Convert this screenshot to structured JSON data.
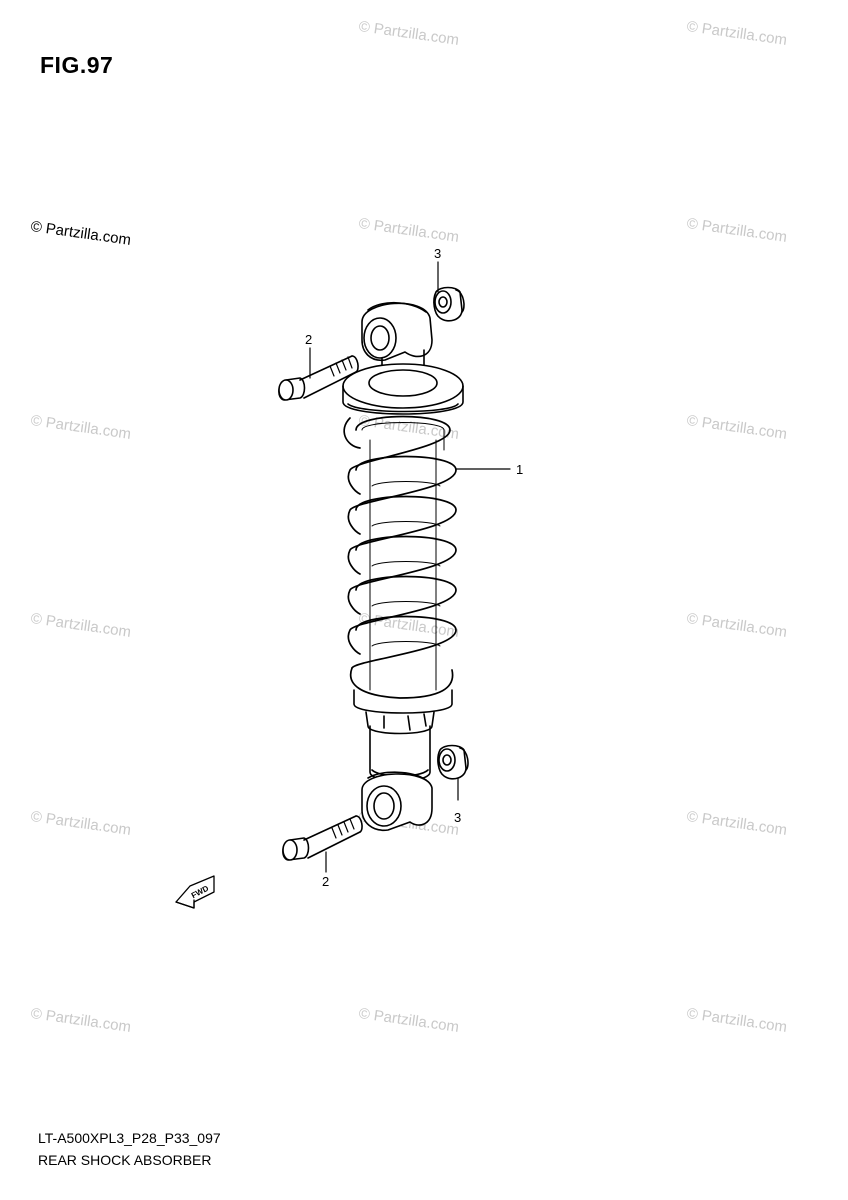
{
  "figure": {
    "title": "FIG.97",
    "copyright": "© Partzilla.com",
    "watermark_text": "© Partzilla.com",
    "diagram_code": "LT-A500XPL3_P28_P33_097",
    "diagram_name": "REAR SHOCK ABSORBER"
  },
  "callouts": [
    {
      "id": "shock-absorber",
      "label": "1"
    },
    {
      "id": "bolt-upper",
      "label": "2"
    },
    {
      "id": "bolt-lower",
      "label": "2"
    },
    {
      "id": "bushing-upper",
      "label": "3"
    },
    {
      "id": "bushing-lower",
      "label": "3"
    }
  ],
  "direction_marker": "FWD"
}
